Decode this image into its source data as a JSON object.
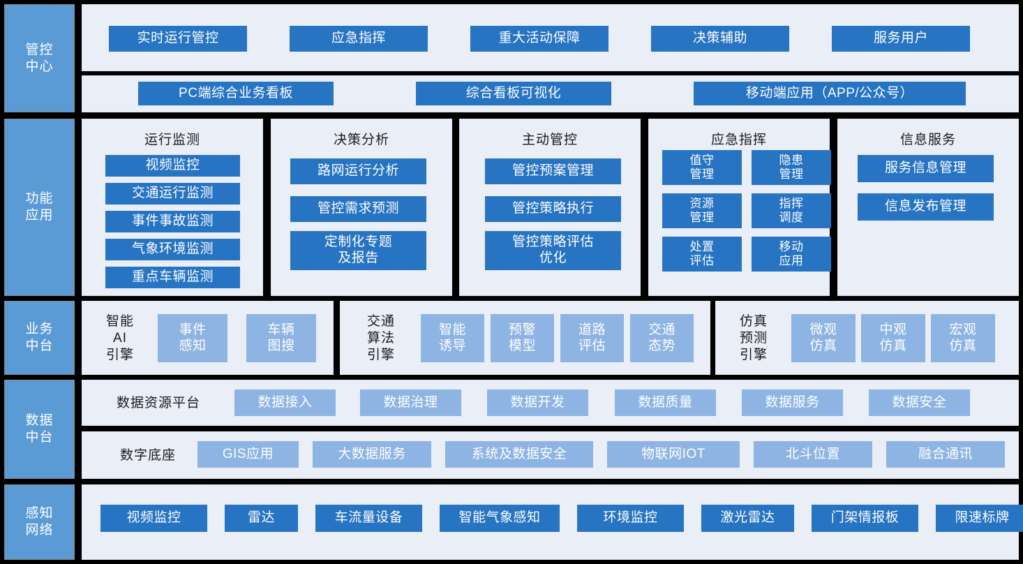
{
  "layers": [
    {
      "key": "control_center",
      "label": "管控\n中心"
    },
    {
      "key": "function_app",
      "label": "功能\n应用"
    },
    {
      "key": "business_mid",
      "label": "业务\n中台"
    },
    {
      "key": "data_mid",
      "label": "数据\n中台"
    },
    {
      "key": "sensing_net",
      "label": "感知\n网络"
    }
  ],
  "control_center": {
    "row1": [
      "实时运行管控",
      "应急指挥",
      "重大活动保障",
      "决策辅助",
      "服务用户"
    ],
    "row2": [
      "PC端综合业务看板",
      "综合看板可视化",
      "移动端应用（APP/公众号）"
    ]
  },
  "function_app": {
    "groups": [
      {
        "title": "运行监测",
        "items": [
          "视频监控",
          "交通运行监测",
          "事件事故监测",
          "气象环境监测",
          "重点车辆监测"
        ],
        "layout": "single"
      },
      {
        "title": "决策分析",
        "items": [
          "路网运行分析",
          "管控需求预测",
          "定制化专题\n及报告"
        ],
        "layout": "single"
      },
      {
        "title": "主动管控",
        "items": [
          "管控预案管理",
          "管控策略执行",
          "管控策略评估\n优化"
        ],
        "layout": "single"
      },
      {
        "title": "应急指挥",
        "items": [
          "值守\n管理",
          "隐患\n管理",
          "资源\n管理",
          "指挥\n调度",
          "处置\n评估",
          "移动\n应用"
        ],
        "layout": "double"
      },
      {
        "title": "信息服务",
        "items": [
          "服务信息管理",
          "信息发布管理"
        ],
        "layout": "single"
      }
    ]
  },
  "business_mid": {
    "groups": [
      {
        "label": "智能\nAI\n引擎",
        "items": [
          "事件\n感知",
          "车辆\n图搜"
        ]
      },
      {
        "label": "交通\n算法\n引擎",
        "items": [
          "智能\n诱导",
          "预警\n模型",
          "道路\n评估",
          "交通\n态势"
        ]
      },
      {
        "label": "仿真\n预测\n引擎",
        "items": [
          "微观\n仿真",
          "中观\n仿真",
          "宏观\n仿真"
        ]
      }
    ]
  },
  "data_mid": {
    "rows": [
      {
        "label": "数据资源平台",
        "items": [
          "数据接入",
          "数据治理",
          "数据开发",
          "数据质量",
          "数据服务",
          "数据安全"
        ]
      },
      {
        "label": "数字底座",
        "items": [
          "GIS应用",
          "大数据服务",
          "系统及数据安全",
          "物联网IOT",
          "北斗位置",
          "融合通讯"
        ]
      }
    ]
  },
  "sensing_net": {
    "items": [
      "视频监控",
      "雷达",
      "车流量设备",
      "智能气象感知",
      "环境监控",
      "激光雷达",
      "门架情报板",
      "限速标牌"
    ]
  },
  "colors": {
    "primary_blue": "#2774c3",
    "light_blue": "#8db4e2",
    "sidebar_blue": "#5b9bd5",
    "panel_bg": "#e9eef7",
    "page_bg": "#000000"
  }
}
